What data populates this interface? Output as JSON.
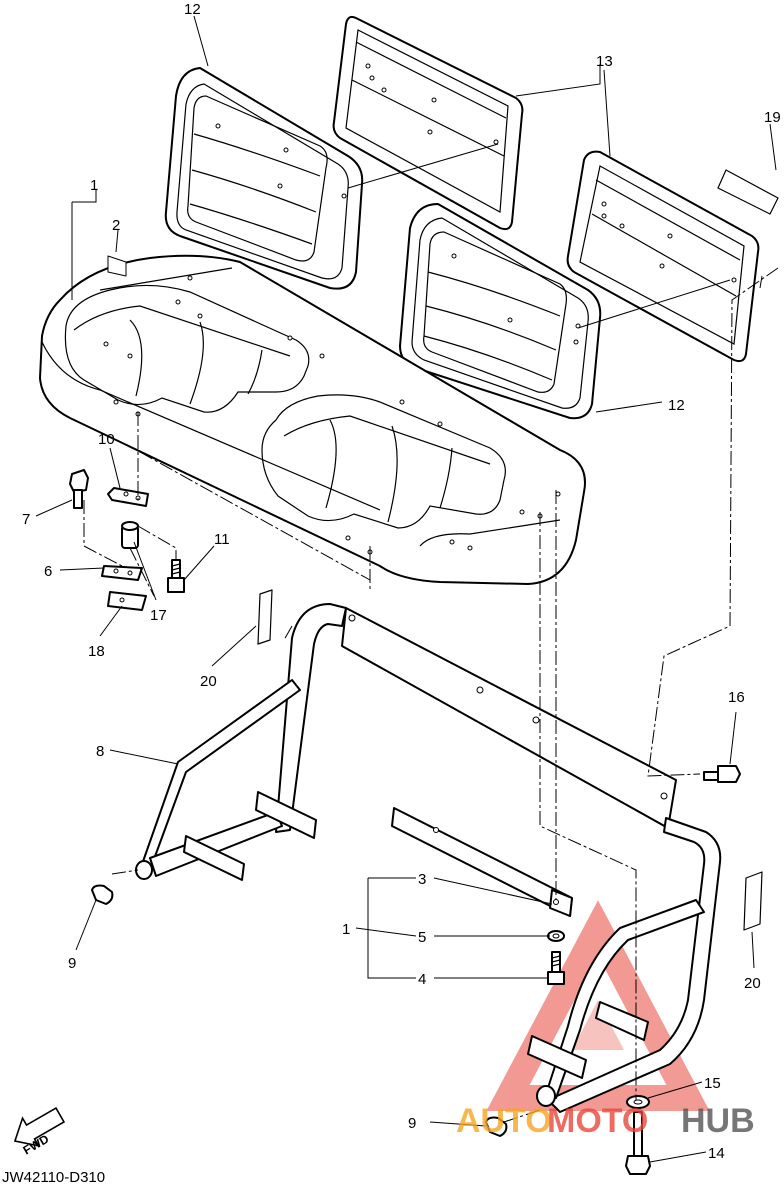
{
  "diagram": {
    "drawing_code": "JW42110-D310",
    "fwd_label": "FWD",
    "watermark": {
      "part1": "AUTO",
      "part2": "MOTO",
      "part3": "HUB",
      "colors": {
        "orange": "#f5a623",
        "red": "#e8473c",
        "gray": "#555555"
      }
    },
    "callouts": {
      "c1a": "1",
      "c1b": "1",
      "c2": "2",
      "c3": "3",
      "c4": "4",
      "c5": "5",
      "c6": "6",
      "c7": "7",
      "c8": "8",
      "c9a": "9",
      "c9b": "9",
      "c10": "10",
      "c11": "11",
      "c12a": "12",
      "c12b": "12",
      "c13": "13",
      "c14": "14",
      "c15": "15",
      "c16": "16",
      "c17": "17",
      "c18": "18",
      "c19": "19",
      "c20a": "20",
      "c20b": "20"
    }
  }
}
